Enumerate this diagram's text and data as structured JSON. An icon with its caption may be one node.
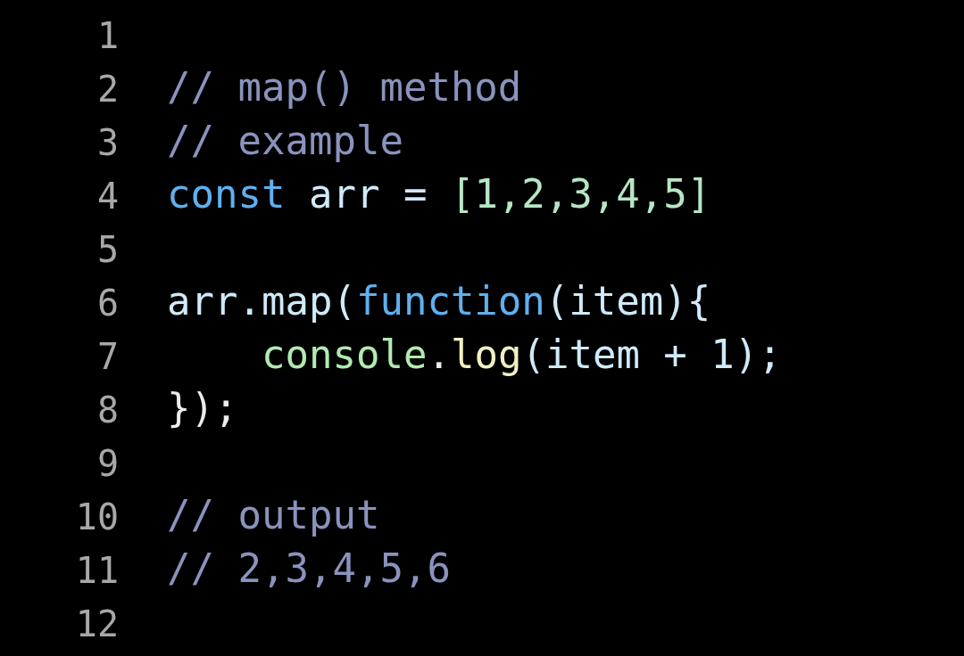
{
  "diagram": {
    "labels": [
      "1",
      "2",
      "// map() method",
      "3",
      "// example",
      "4",
      "const arr = [1,2,3,4,5]",
      "5",
      "6",
      "arr.map(function(item){",
      "7",
      "console.log(item + 1);",
      "8",
      "});",
      "9",
      "10",
      "// output",
      "11",
      "// 2,3,4,5,6",
      "12"
    ]
  }
}
